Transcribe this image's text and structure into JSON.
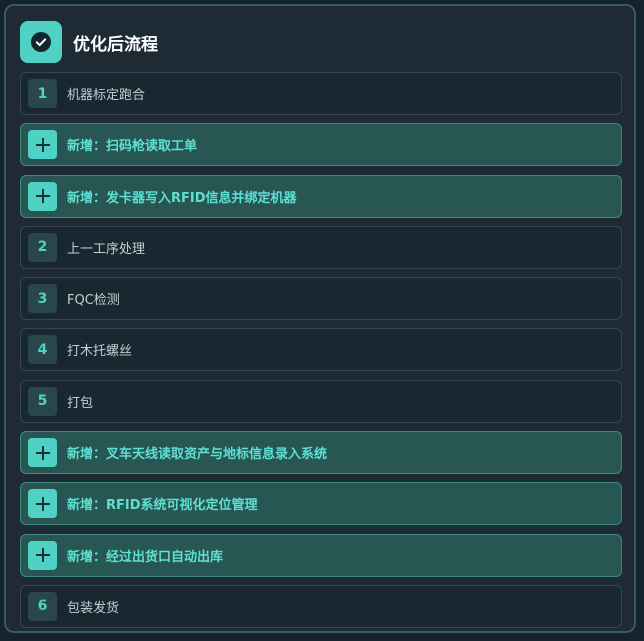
{
  "header": {
    "icon": "check-circle-icon",
    "title": "优化后流程"
  },
  "colors": {
    "accent": "#4fd1c5",
    "added_bg": "#285753",
    "panel_bg": "#1e2a34"
  },
  "steps": [
    {
      "kind": "numbered",
      "number": "1",
      "label": "机器标定跑合"
    },
    {
      "kind": "added",
      "icon": "plus-icon",
      "label": "新增：扫码枪读取工单"
    },
    {
      "kind": "added",
      "icon": "plus-icon",
      "label": "新增：发卡器写入RFID信息并绑定机器"
    },
    {
      "kind": "numbered",
      "number": "2",
      "label": "上一工序处理"
    },
    {
      "kind": "numbered",
      "number": "3",
      "label": "FQC检测"
    },
    {
      "kind": "numbered",
      "number": "4",
      "label": "打木托螺丝"
    },
    {
      "kind": "numbered",
      "number": "5",
      "label": "打包"
    },
    {
      "kind": "added",
      "icon": "plus-icon",
      "label": "新增：叉车天线读取资产与地标信息录入系统"
    },
    {
      "kind": "added",
      "icon": "plus-icon",
      "label": "新增：RFID系统可视化定位管理"
    },
    {
      "kind": "added",
      "icon": "plus-icon",
      "label": "新增：经过出货口自动出库"
    },
    {
      "kind": "numbered",
      "number": "6",
      "label": "包装发货"
    }
  ]
}
